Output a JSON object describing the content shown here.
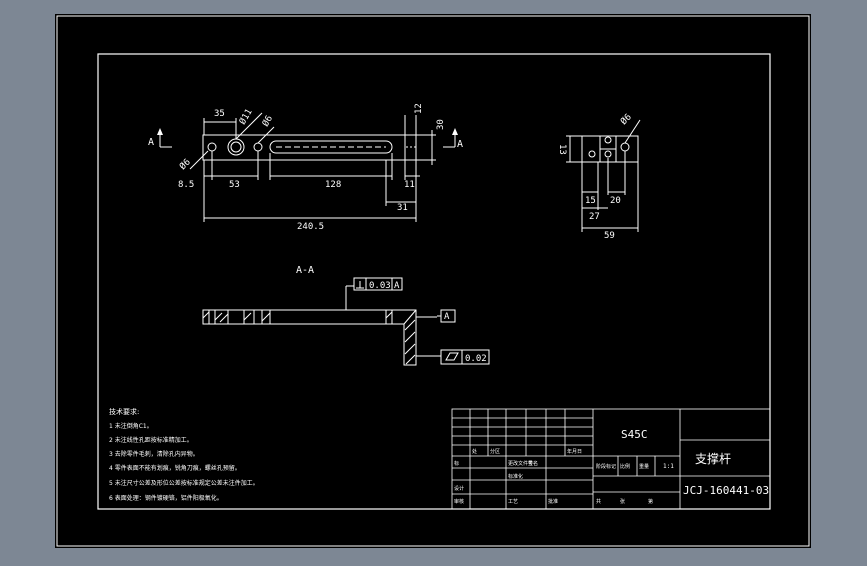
{
  "canvas": {
    "background": "#7d8794",
    "paper": "#000000",
    "line": "#ffffff"
  },
  "view_label": {
    "A_marker": "A",
    "section_title": "A-A"
  },
  "dimensions": {
    "d35": "35",
    "d11": "Ø11",
    "d6a": "Ø6",
    "d6b": "Ø6",
    "d12": "12",
    "d30": "30",
    "d8_5": "8.5",
    "d53": "53",
    "d128": "128",
    "d11b": "11",
    "d31": "31",
    "d240_5": "240.5",
    "d13": "13",
    "d6c": "Ø6",
    "d15": "15",
    "d20": "20",
    "d27": "27",
    "d59": "59"
  },
  "gdt": {
    "perp_value": "0.03",
    "perp_datum": "A",
    "datum": "A",
    "flat_value": "0.02"
  },
  "notes": {
    "title": "技术要求:",
    "lines": [
      "1 未注倒角C1。",
      "2 未注线性孔距按标准精加工。",
      "3 去除零件毛刺，清除孔内异物。",
      "4 零件表面不能有划痕，锐角刀痕，螺丝孔预留。",
      "5 未注尺寸公差及形位公差按标准规定公差未注件加工。",
      "6 表面处理：钢件镀硬铬，铝件阳极氧化。"
    ]
  },
  "title_block": {
    "material": "S45C",
    "part_name": "支撑杆",
    "drawing_no": "JCJ-160441-03",
    "scale": "1:1",
    "small_labels": [
      "标",
      "处",
      "分区",
      "更改文件号",
      "签名",
      "年月日",
      "设计",
      "标准化",
      "阶段标记",
      "重量",
      "比例",
      "审核",
      "工艺",
      "批准",
      "共",
      "张",
      "第"
    ]
  }
}
